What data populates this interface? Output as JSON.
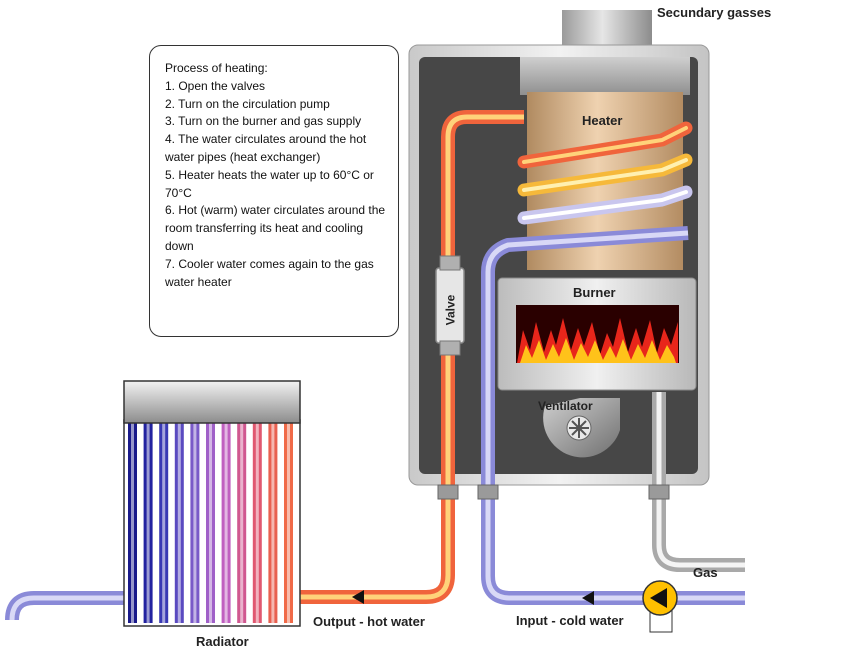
{
  "labels": {
    "secondary_gasses": "Secundary gasses",
    "heater": "Heater",
    "burner": "Burner",
    "ventilator": "Ventilator",
    "valve": "Valve",
    "radiator": "Radiator",
    "output": "Output - hot water",
    "input": "Input - cold water",
    "gas": "Gas"
  },
  "process": {
    "title": "Process of heating:",
    "steps": [
      "1. Open the valves",
      "2. Turn on the circulation pump",
      "3. Turn on the burner and gas supply",
      "4. The water circulates around the hot water pipes (heat exchanger)",
      "5. Heater heats the water up to 60°C or 70°C",
      "6. Hot (warm) water circulates around the room transferring its heat and cooling down",
      "7. Cooler water comes again to the gas water heater"
    ]
  },
  "colors": {
    "hot_pipe": "#f0643c",
    "hot_core": "#ffd27a",
    "cold_pipe": "#8a8ad8",
    "cold_core": "#d8d8f6",
    "flame_red": "#e8261b",
    "flame_yellow": "#ffc21a",
    "housing": "#d9d9d9",
    "interior": "#444444"
  }
}
